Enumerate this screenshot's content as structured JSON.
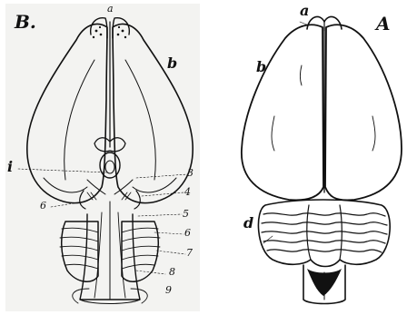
{
  "figure": {
    "panel_b": {
      "title": "B.",
      "labels": {
        "a": "a",
        "b": "b",
        "i": "i",
        "n3": "3",
        "n4": "4",
        "n5": "5",
        "n6": "6",
        "n6b": "6",
        "n7": "7",
        "n8": "8",
        "n9": "9"
      }
    },
    "panel_a": {
      "title": "A",
      "labels": {
        "a": "a",
        "b": "b",
        "d": "d"
      }
    }
  },
  "colors": {
    "ink": "#111111",
    "paper_b": "#f3f3f1",
    "paper_a": "#ffffff"
  }
}
